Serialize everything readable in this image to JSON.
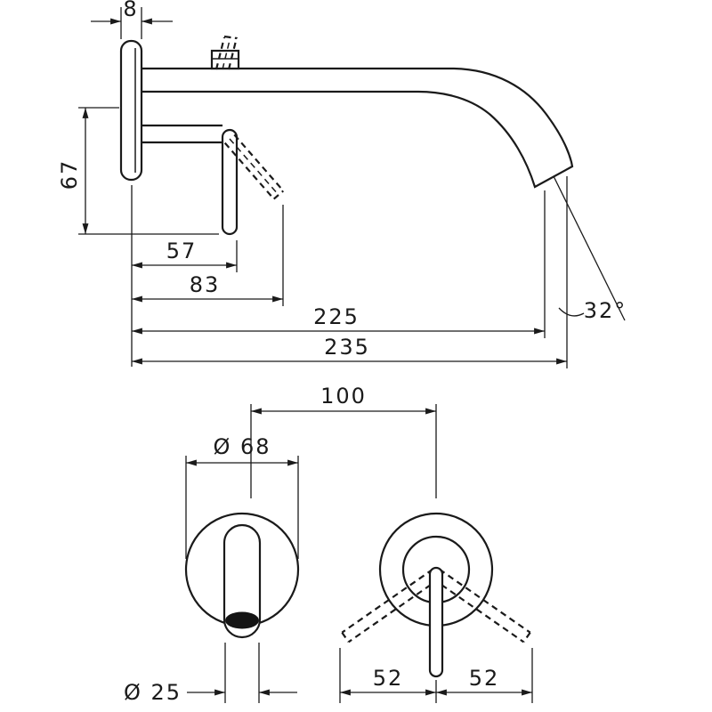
{
  "colors": {
    "ink": "#1a1a1a",
    "background": "#ffffff"
  },
  "drawing": {
    "dimensions": {
      "side": {
        "wall_plate_thickness": "8",
        "height": "67",
        "lever_projection": "57",
        "lever_projection_open": "83",
        "spout_projection": "225",
        "total_projection": "235",
        "spout_angle": "32°"
      },
      "front": {
        "escutcheon_diameter": "Ø 68",
        "spout_outlet_diameter": "Ø 25",
        "center_distance": "100",
        "lever_swing_left": "52",
        "lever_swing_right": "52"
      }
    }
  }
}
